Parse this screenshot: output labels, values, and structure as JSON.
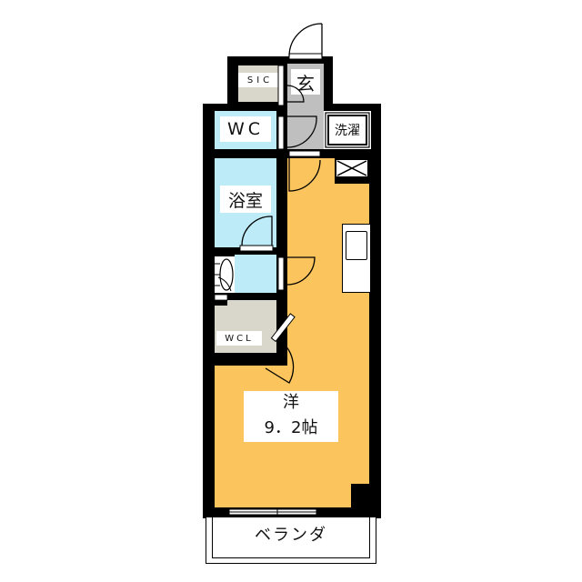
{
  "floorplan": {
    "rooms": {
      "sic": {
        "label": "SIC"
      },
      "entrance": {
        "label": "玄"
      },
      "wc": {
        "label": "WC"
      },
      "laundry": {
        "label": "洗濯"
      },
      "bath": {
        "label": "浴室"
      },
      "wcl": {
        "label": "WCL"
      },
      "western": {
        "label": "洋",
        "size": "9．2帖"
      },
      "balcony": {
        "label": "ベランダ"
      }
    },
    "colors": {
      "wall": "#000000",
      "living": "#FBC45C",
      "wet": "#BDEBF7",
      "storage": "#D9D6CB",
      "entrance": "#BFBFBF"
    }
  }
}
